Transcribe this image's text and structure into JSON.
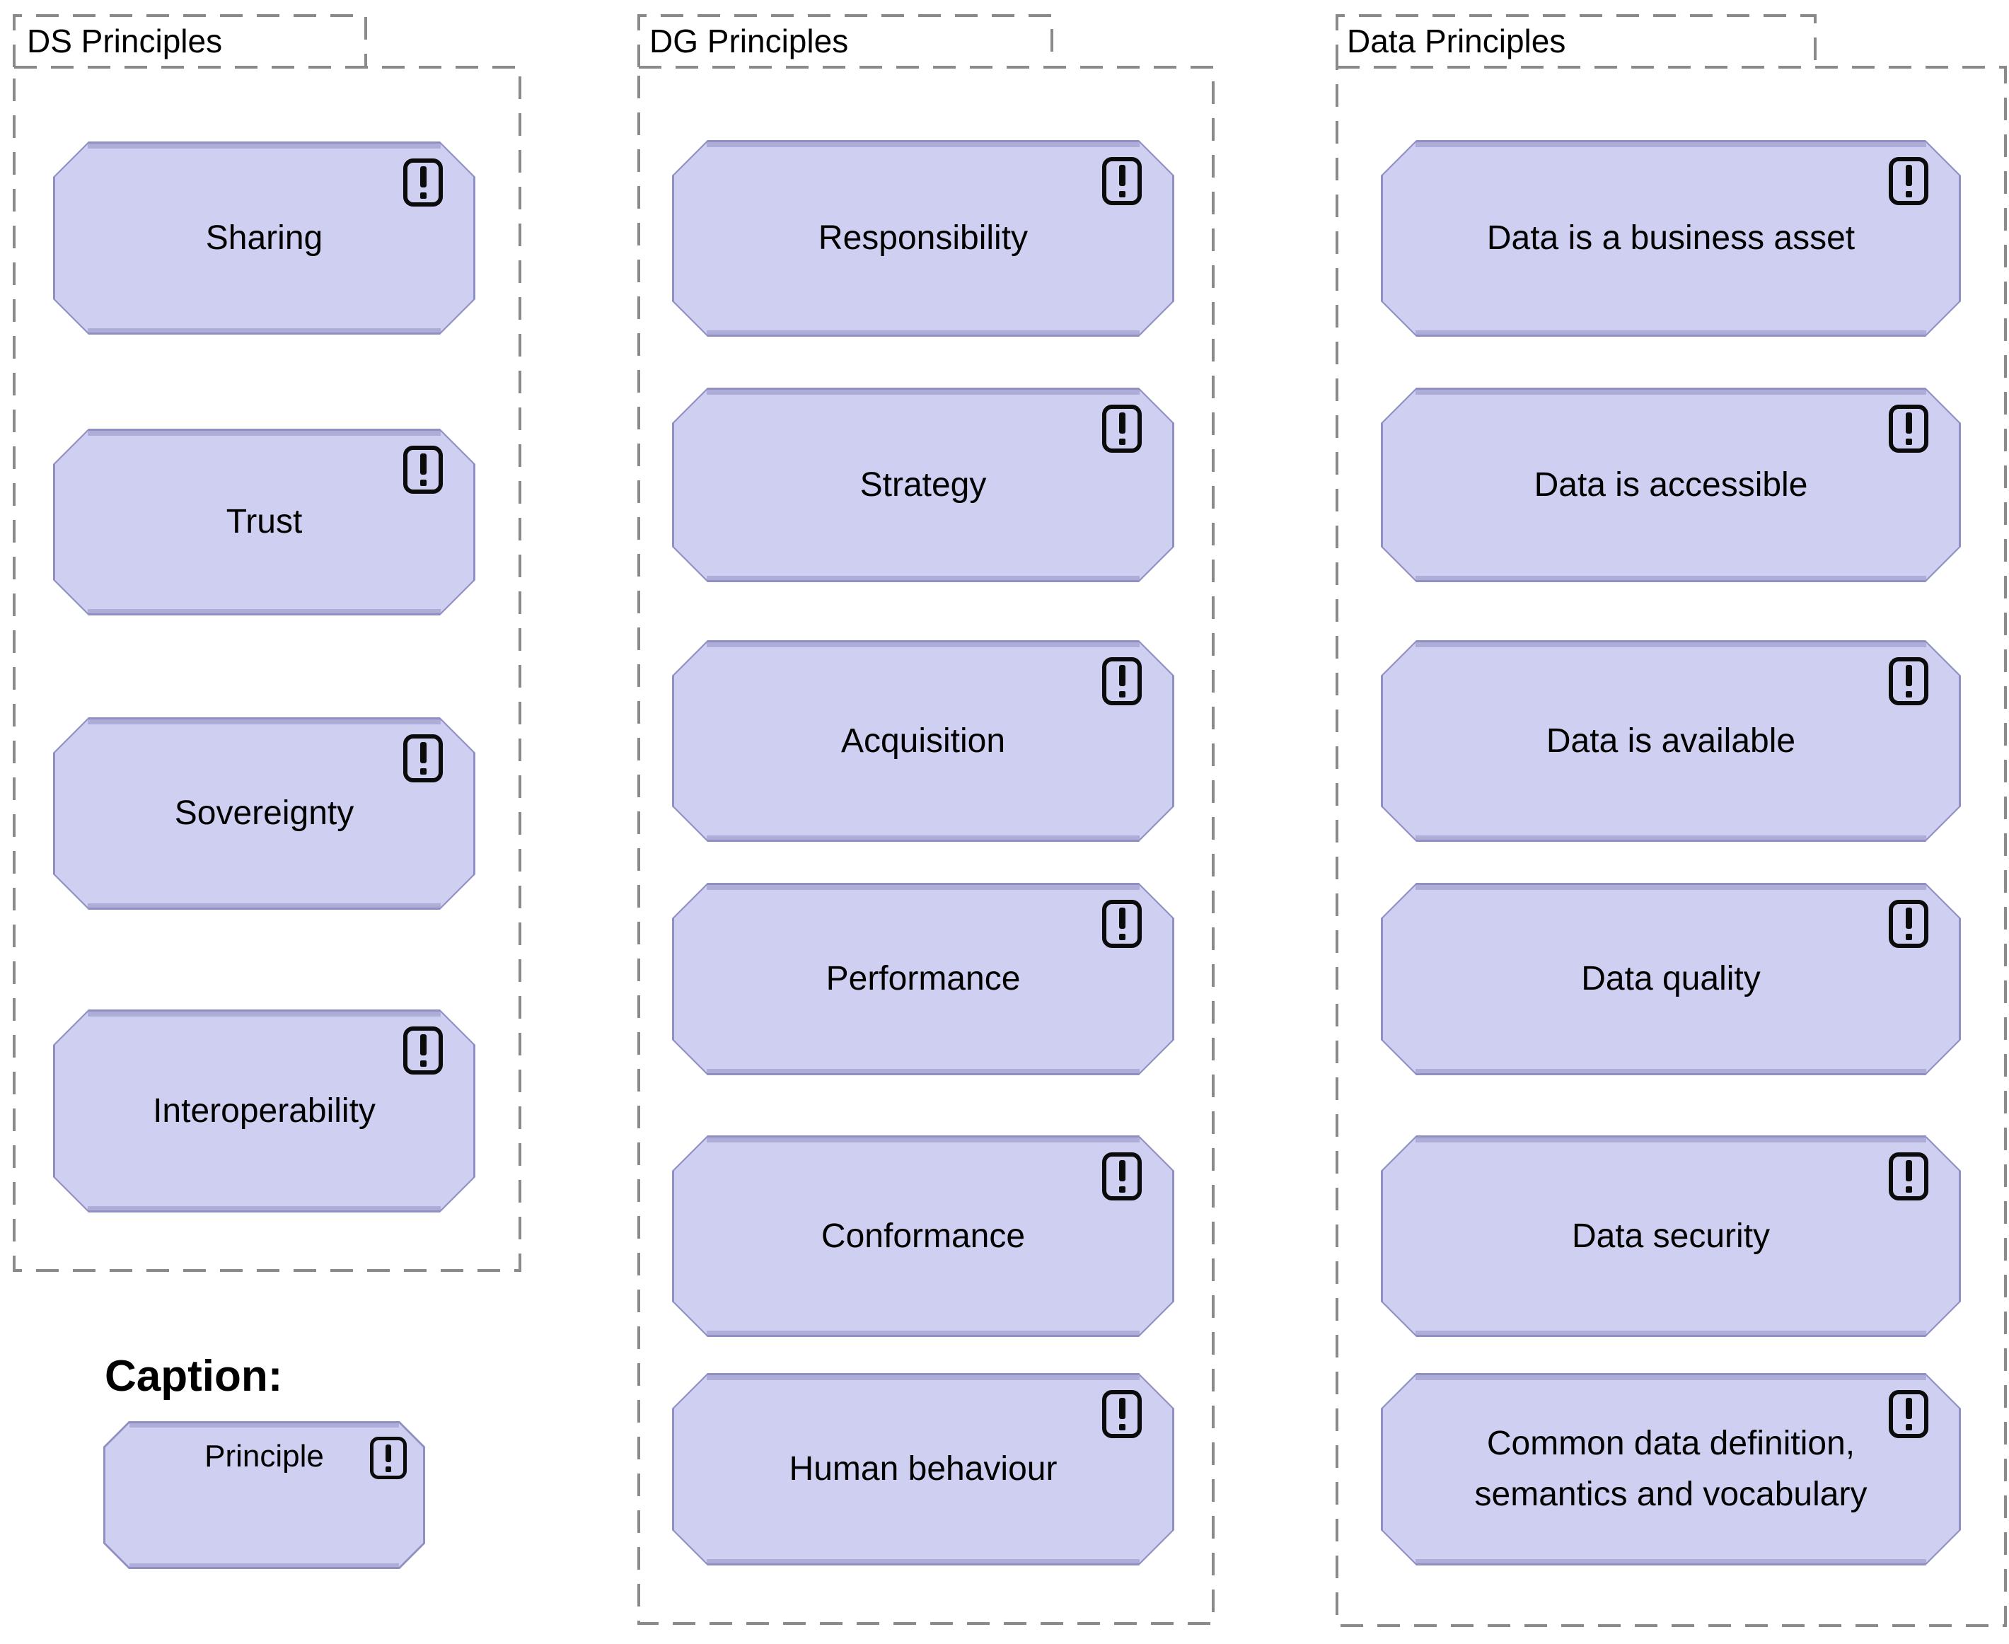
{
  "diagram": {
    "groups": [
      {
        "label": "DS Principles",
        "items": [
          "Sharing",
          "Trust",
          "Sovereignty",
          "Interoperability"
        ]
      },
      {
        "label": "DG Principles",
        "items": [
          "Responsibility",
          "Strategy",
          "Acquisition",
          "Performance",
          "Conformance",
          "Human behaviour"
        ]
      },
      {
        "label": "Data Principles",
        "items": [
          "Data is a business asset",
          "Data is accessible",
          "Data is available",
          "Data quality",
          "Data security",
          "Common data definition, semantics and vocabulary"
        ]
      }
    ],
    "caption": {
      "title": "Caption:",
      "legend_item": "Principle"
    },
    "icon": "principle-exclamation-icon",
    "colors": {
      "principle_fill": "#cfcff1",
      "principle_border": "#8f8fc2",
      "principle_shade": "#adadd8",
      "group_border": "#8a8a8a",
      "text": "#000000"
    }
  }
}
